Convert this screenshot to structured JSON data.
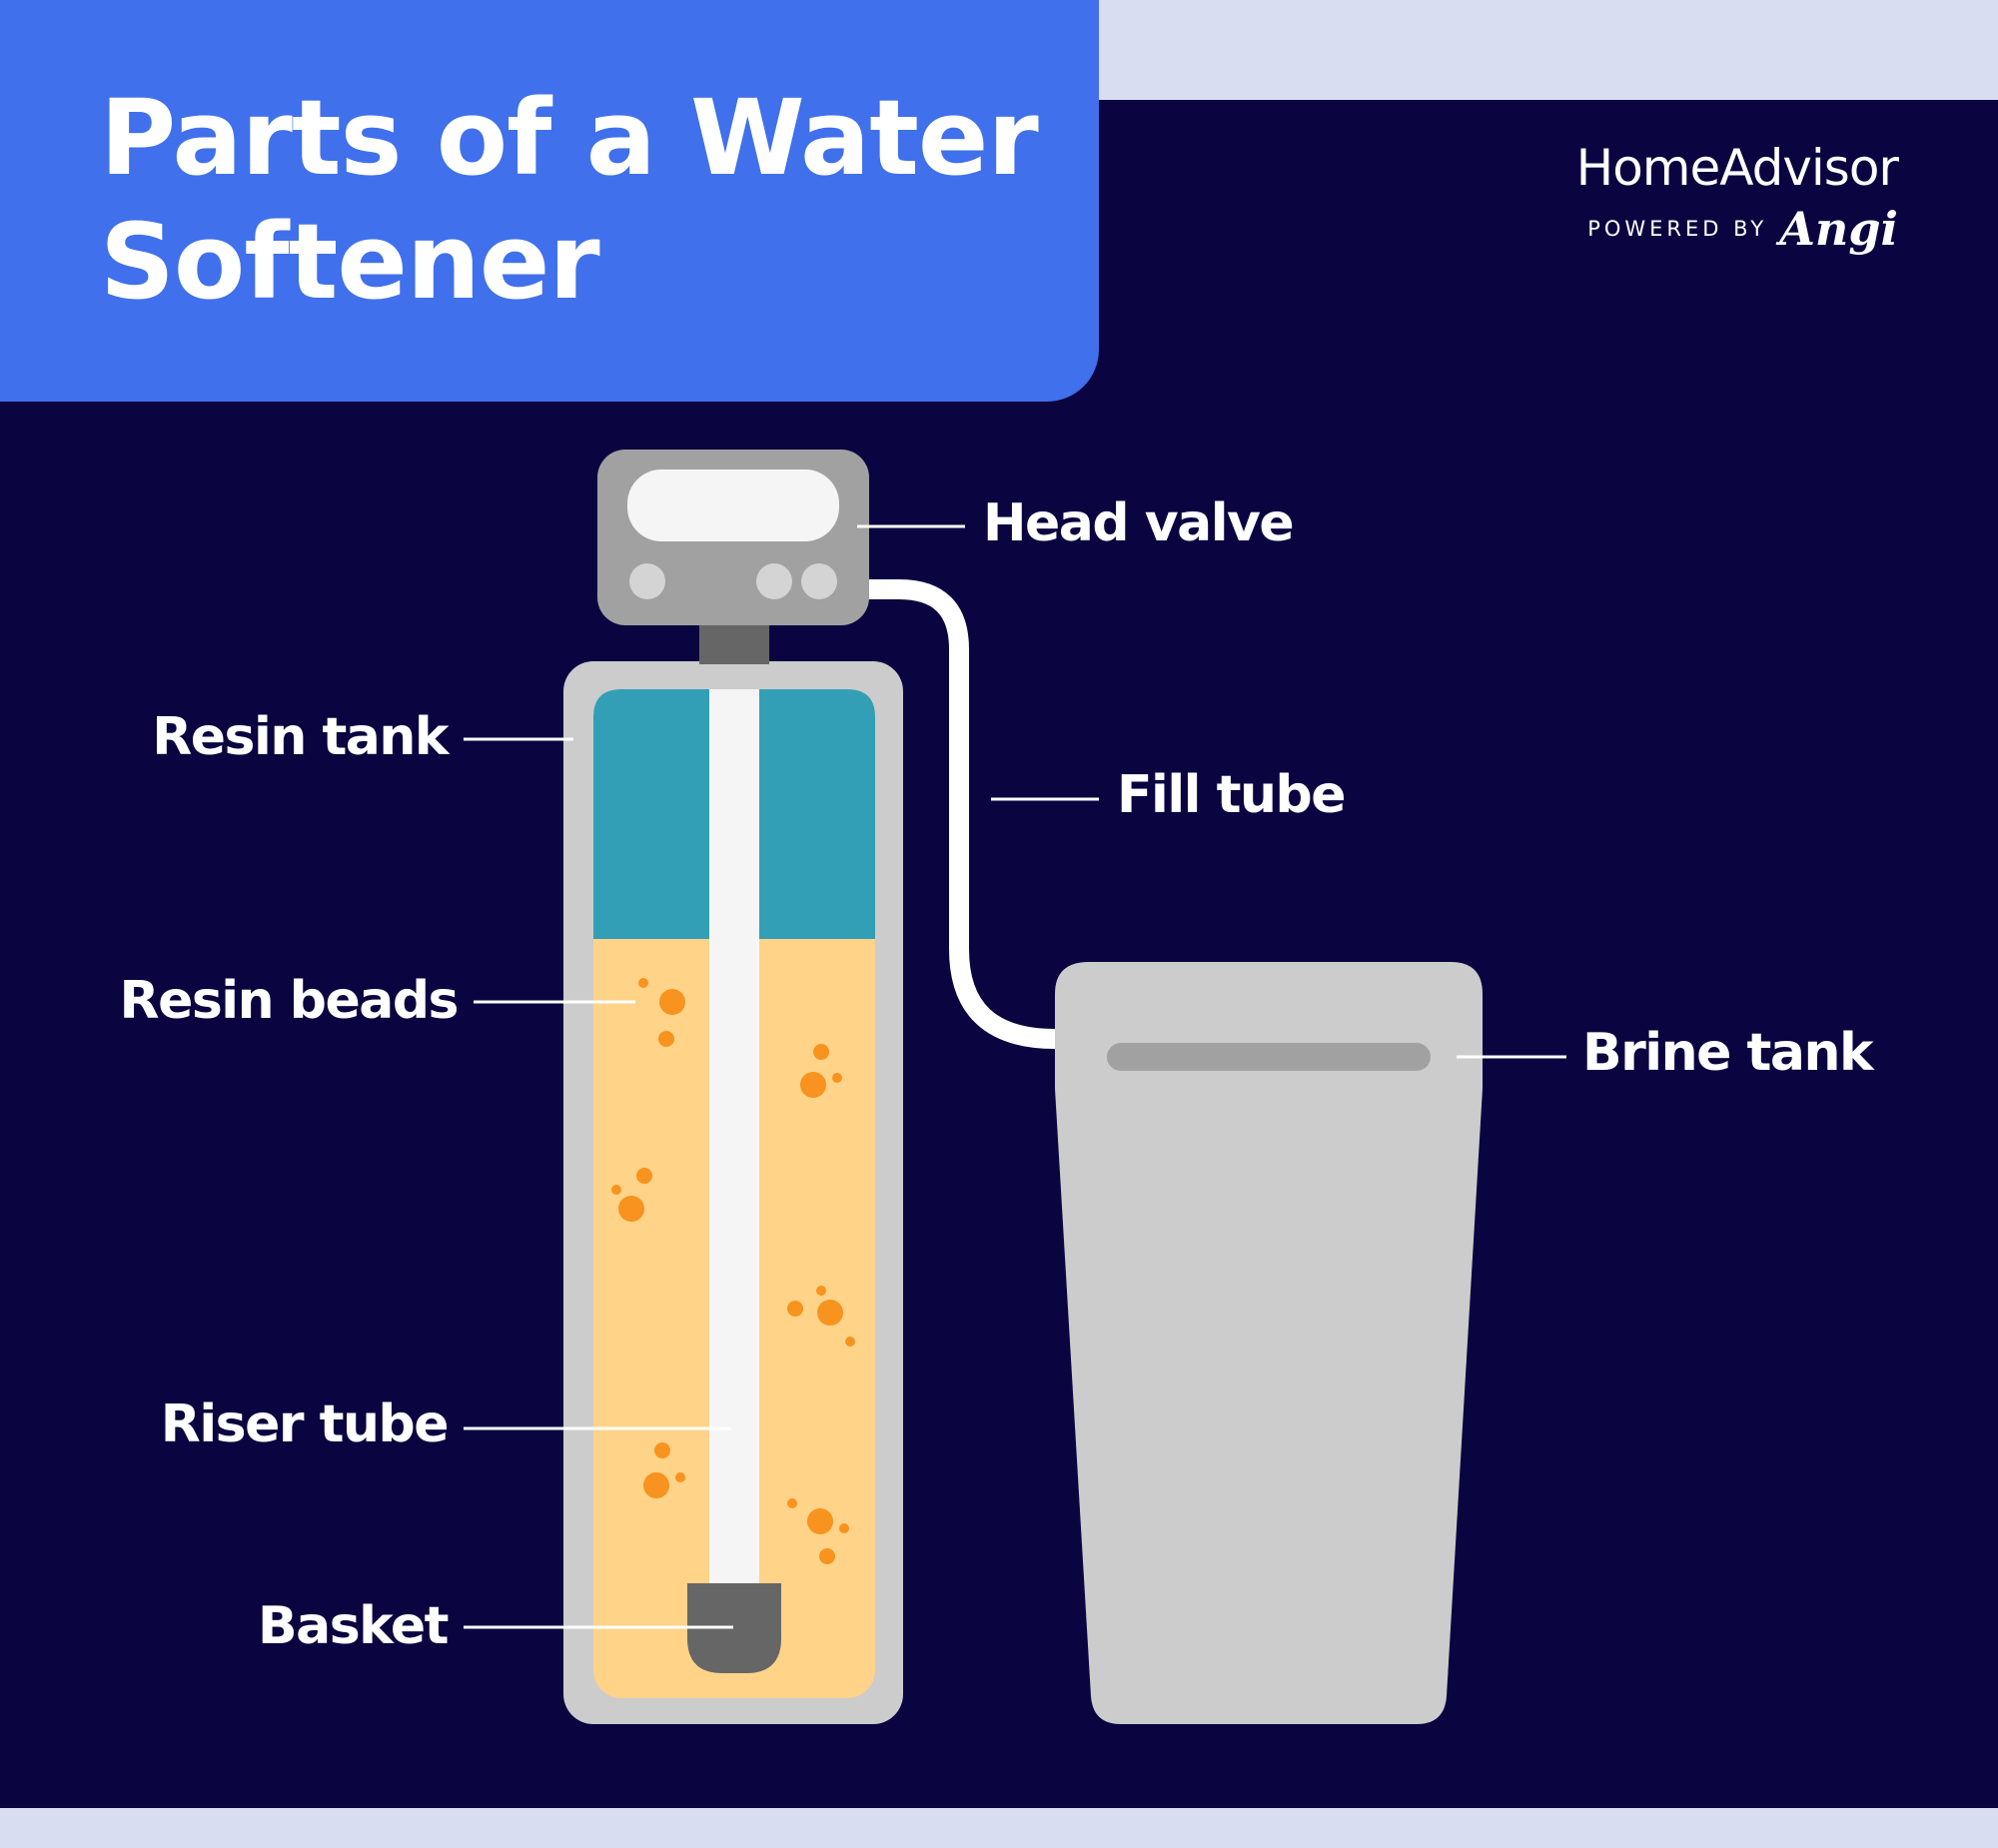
{
  "title": {
    "line1": "Parts of a Water",
    "line2": "Softener"
  },
  "brand": {
    "name": "HomeAdvisor",
    "powered_by": "POWERED BY",
    "partner": "Angi"
  },
  "labels": {
    "head_valve": "Head valve",
    "resin_tank": "Resin tank",
    "fill_tube": "Fill tube",
    "resin_beads": "Resin beads",
    "brine_tank": "Brine tank",
    "riser_tube": "Riser tube",
    "basket": "Basket"
  },
  "colors": {
    "navy_background": "#0a0540",
    "title_blue": "#4070eb",
    "frame_lavender": "#d8ddf2",
    "white": "#ffffff",
    "tank_gray": "#cccccc",
    "valve_gray": "#a1a1a1",
    "dark_gray": "#666666",
    "water_teal": "#339fb7",
    "resin_peach": "#ffd388",
    "bead_orange": "#f7931e",
    "tube_white": "#f5f5f5"
  }
}
